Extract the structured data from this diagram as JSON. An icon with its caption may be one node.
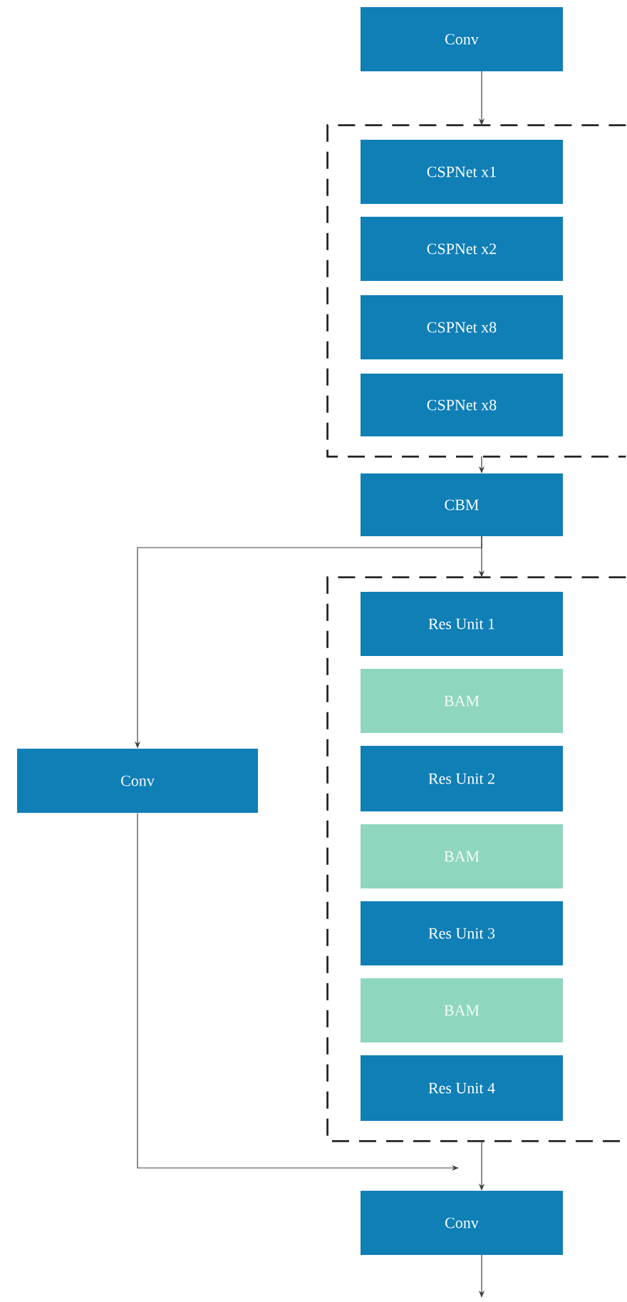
{
  "diagram": {
    "nodes": [
      {
        "text": [
          "Conv"
        ]
      },
      {
        "text": [],
        "shape": "box"
      },
      {
        "text": [
          "CSPNet  x1"
        ],
        "in": 1
      },
      {
        "text": [
          "CSPNet  x2"
        ],
        "in": 1
      },
      {
        "text": [
          "CSPNet  x8"
        ],
        "in": 1
      },
      {
        "text": [
          "CSPNet  x8"
        ],
        "in": 1
      },
      {
        "text": [
          "CBM"
        ]
      },
      {
        "text": [],
        "shape": "box"
      },
      {
        "text": [
          "Res Unit 1"
        ],
        "in": 7
      },
      {
        "text": [
          "BAM"
        ],
        "in": 7
      },
      {
        "text": [
          "Res Unit 2"
        ],
        "in": 7
      },
      {
        "text": [
          "BAM"
        ],
        "in": 7
      },
      {
        "text": [
          "Res Unit 3"
        ],
        "in": 7
      },
      {
        "text": [
          "BAM"
        ],
        "in": 7
      },
      {
        "text": [
          "Res Unit 4"
        ],
        "in": 7
      },
      {
        "text": [
          "Conv"
        ]
      },
      {
        "text": [
          "Conv"
        ]
      }
    ],
    "edges": [
      {
        "from": 0,
        "to": 1,
        "arrow": "to"
      },
      {
        "from": 1,
        "to": 6,
        "arrow": "to"
      },
      {
        "from": 6,
        "to": 7,
        "arrow": "to"
      },
      {
        "from": 6,
        "to": 15,
        "arrow": "to"
      },
      {
        "from": 7,
        "to": 16,
        "arrow": "to"
      },
      {
        "from": 15,
        "to": 16,
        "arrow": "to"
      },
      {
        "from": 16,
        "to": null,
        "arrow": "to"
      }
    ]
  }
}
